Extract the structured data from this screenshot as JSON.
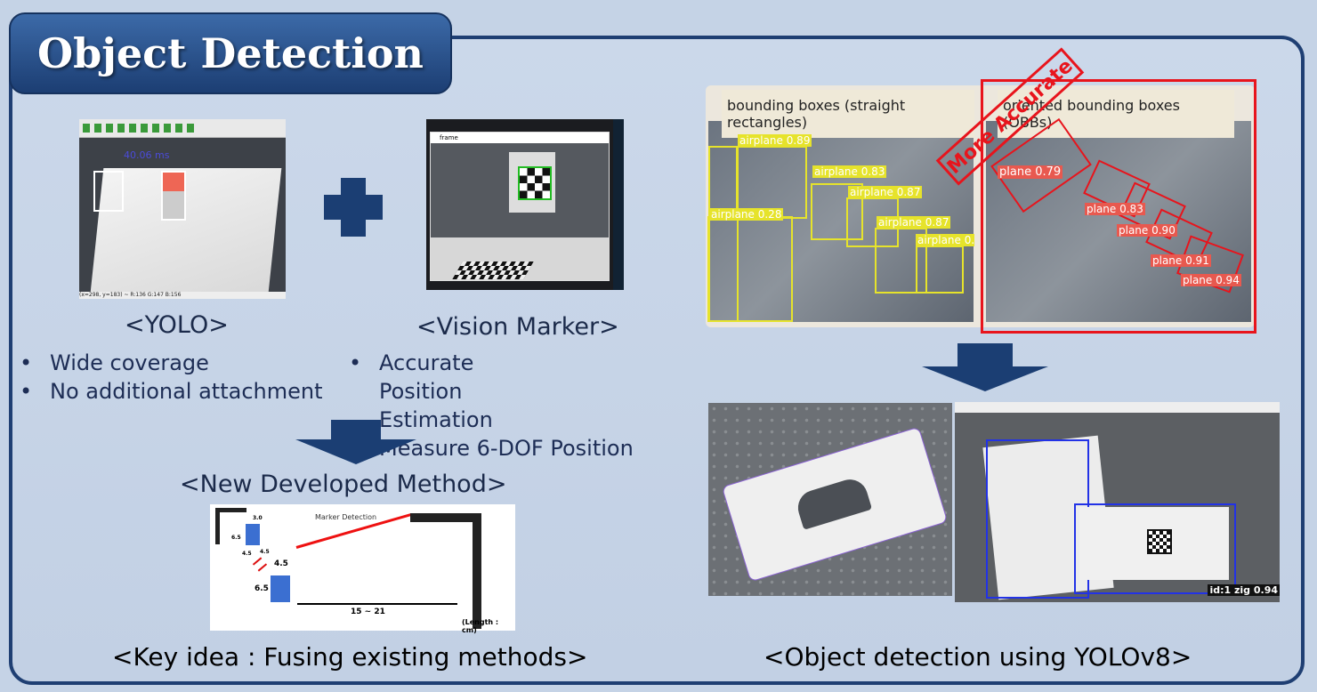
{
  "title": "Object Detection",
  "yolo": {
    "caption": "<YOLO>",
    "bullets": [
      "Wide coverage",
      "No additional attachment"
    ],
    "overlay": "40.06 ms",
    "status": "(x=298, y=183) ~ R:136 G:147 B:156"
  },
  "marker": {
    "caption": "<Vision Marker>",
    "bullets": [
      "Accurate Position Estimation",
      "Measure 6-DOF Position"
    ],
    "window_title": "frame"
  },
  "new_method": {
    "caption": "<New Developed Method>",
    "diagram_title": "Marker Detection",
    "dims": [
      "3.0",
      "6.5",
      "4.5",
      "4.5",
      "4.5",
      "6.5",
      "15 ~ 21"
    ],
    "length_unit": "(Length : cm)"
  },
  "key_idea": "<Key idea : Fusing existing methods>",
  "obb": {
    "left_label": "bounding boxes (straight rectangles)",
    "right_label": "oriented bounding boxes (OBBs)",
    "stamp": "More Accurate",
    "left_boxes": [
      "airplane 0.89",
      "airplane 0.83",
      "airplane 0.87",
      "airplane 0.28",
      "airplane 0.87",
      "airplane 0."
    ],
    "right_boxes": [
      "plane 0.79",
      "plane 0.83",
      "plane 0.90",
      "plane 0.91",
      "plane 0.94"
    ]
  },
  "yolov8": {
    "caption": "<Object detection using YOLOv8>",
    "tag": "id:1 zig 0.94"
  },
  "colors": {
    "navy": "#1b3e73",
    "red": "#e8141c",
    "yellow": "#e6e32b"
  }
}
